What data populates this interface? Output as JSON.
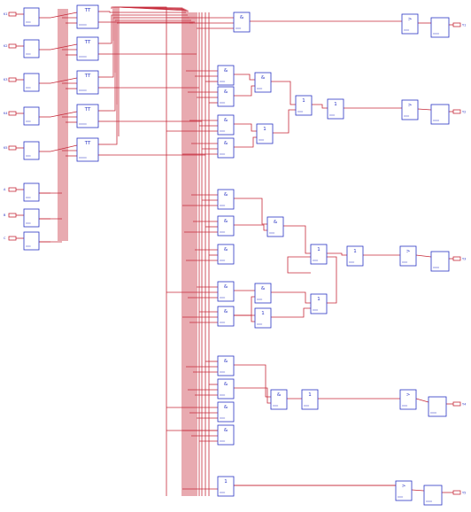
{
  "diagram": {
    "colors": {
      "wire": "#c62a3a",
      "block": "#2a35c4",
      "block_fill": "#ffffff",
      "background": "#ffffff"
    },
    "symbols": {
      "and": "&",
      "or": "1",
      "buffer": ">",
      "flipflop": "TT"
    },
    "inputs": [
      {
        "label": "K1"
      },
      {
        "label": "K2"
      },
      {
        "label": "K3"
      },
      {
        "label": "K4"
      },
      {
        "label": "K5"
      },
      {
        "label": "A"
      },
      {
        "label": "B"
      },
      {
        "label": "C"
      }
    ],
    "outputs": [
      {
        "label": "Y1"
      },
      {
        "label": "Y2"
      },
      {
        "label": "Y3"
      },
      {
        "label": "Y4"
      },
      {
        "label": "Y5"
      }
    ]
  }
}
